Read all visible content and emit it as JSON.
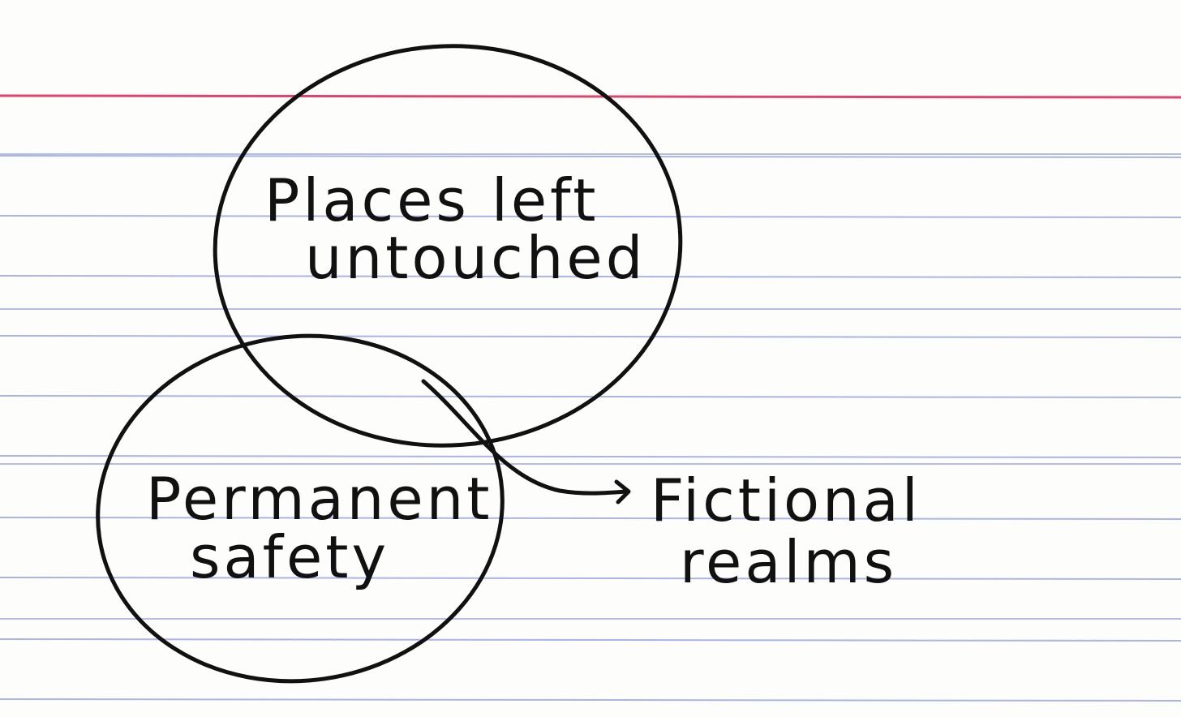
{
  "card": {
    "red_line_color": "#e0446e",
    "blue_line_color": "#aab5e6",
    "ink_color": "#111111"
  },
  "circles": [
    {
      "id": "top",
      "label_lines": [
        "Places left",
        "untouched"
      ]
    },
    {
      "id": "bottom",
      "label_lines": [
        "Permanent",
        "safety"
      ]
    }
  ],
  "arrow_target": {
    "label_lines": [
      "Fictional",
      "realms"
    ]
  }
}
